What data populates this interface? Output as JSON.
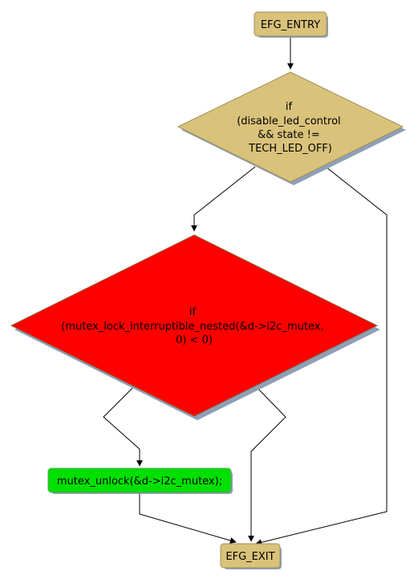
{
  "diagram": {
    "nodes": {
      "entry": {
        "label": "EFG_ENTRY"
      },
      "decision1": {
        "lines": [
          "if",
          "(disable_led_control",
          "&& state !=",
          "TECH_LED_OFF)"
        ]
      },
      "decision2": {
        "lines": [
          "if",
          "(mutex_lock_interruptible_nested(&d->i2c_mutex,",
          "0) < 0)"
        ]
      },
      "unlock": {
        "label": "mutex_unlock(&d->i2c_mutex);"
      },
      "exit": {
        "label": "EFG_EXIT"
      }
    },
    "colors": {
      "entry_exit_fill": "#d9c27a",
      "decision1_fill": "#d9c27a",
      "decision2_fill": "#ff0000",
      "statement_fill": "#00e000",
      "shadow": "#8f9fb7",
      "edge": "#000000"
    }
  }
}
